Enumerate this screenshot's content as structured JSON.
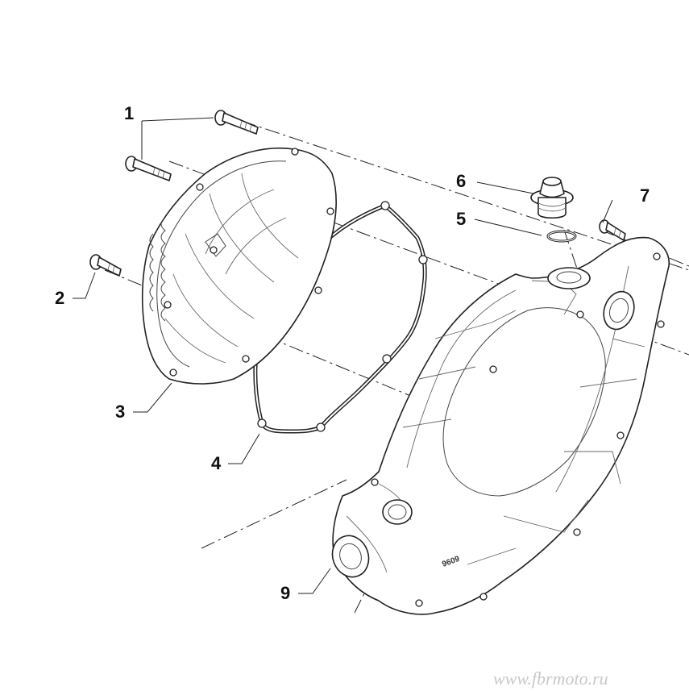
{
  "diagram": {
    "callouts": [
      {
        "id": "1",
        "label": "1"
      },
      {
        "id": "2",
        "label": "2"
      },
      {
        "id": "3",
        "label": "3"
      },
      {
        "id": "4",
        "label": "4"
      },
      {
        "id": "5",
        "label": "5"
      },
      {
        "id": "6",
        "label": "6"
      },
      {
        "id": "7",
        "label": "7"
      },
      {
        "id": "9",
        "label": "9"
      }
    ],
    "cover_stamp": "9609",
    "watermark": "www.fbrmoto.ru"
  }
}
